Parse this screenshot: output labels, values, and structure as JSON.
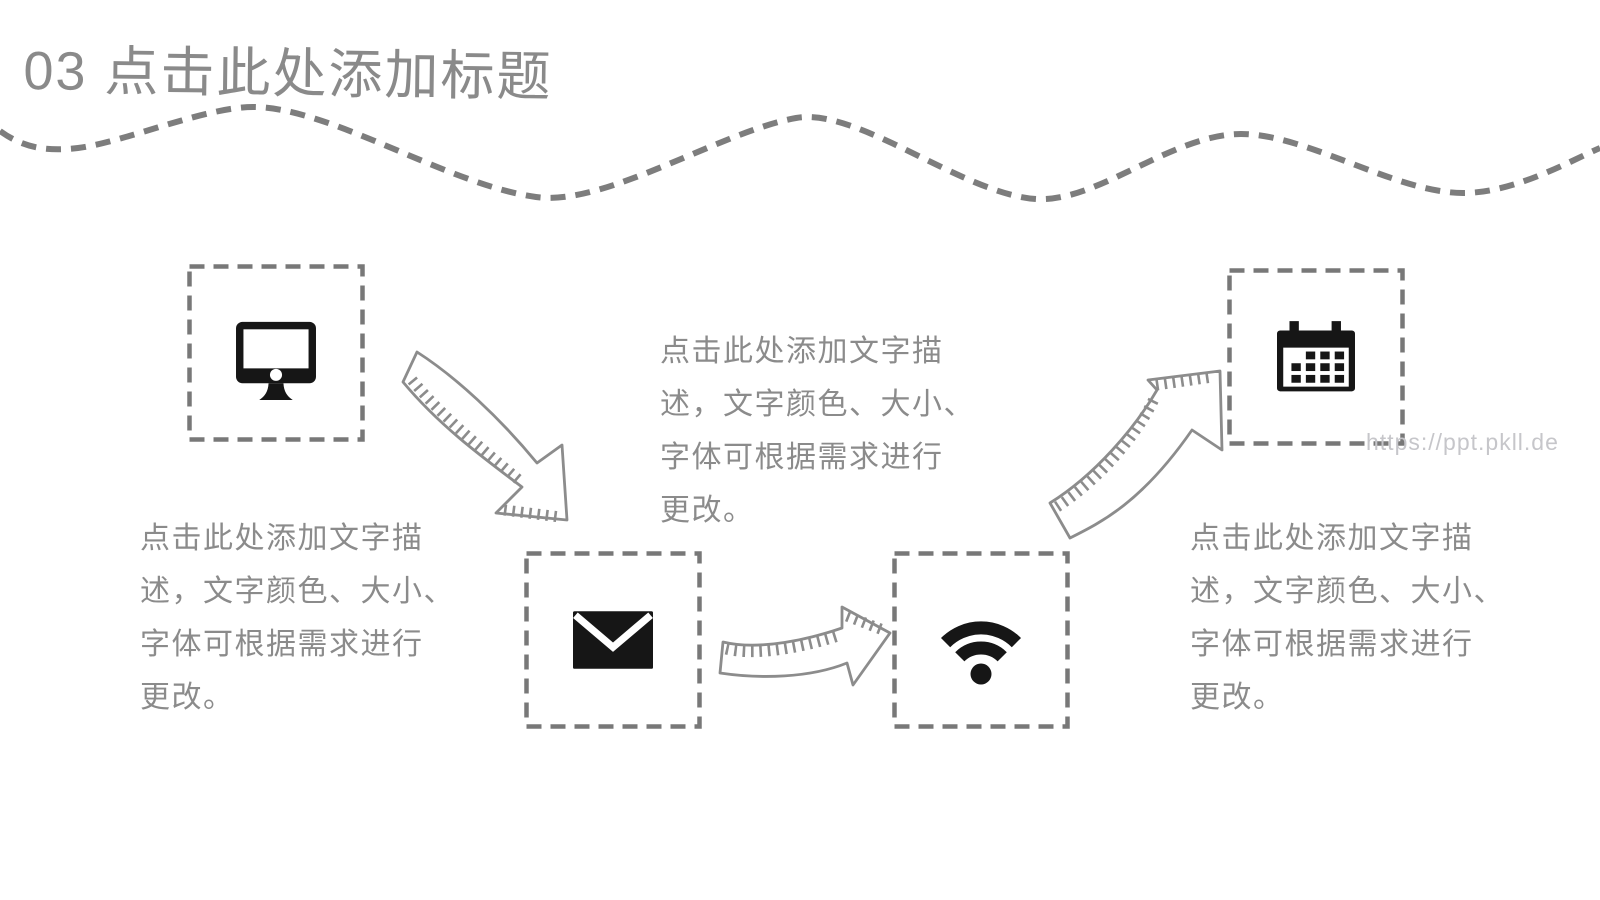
{
  "slide": {
    "title": "03 点击此处添加标题",
    "watermark": "https://ppt.pkll.de",
    "description_text": "点击此处添加文字描述，文字颜色、大小、字体可根据需求进行更改。"
  },
  "descriptions": {
    "left": {
      "lines": [
        "点击此处添加文字描",
        "述，文字颜色、大小、",
        "字体可根据需求进行",
        "更改。"
      ]
    },
    "middle": {
      "lines": [
        "点击此处添加文字描",
        "述，文字颜色、大小、",
        "字体可根据需求进行",
        "更改。"
      ]
    },
    "right": {
      "lines": [
        "点击此处添加文字描",
        "述，文字颜色、大小、",
        "字体可根据需求进行",
        "更改。"
      ]
    }
  },
  "steps": [
    {
      "id": "monitor",
      "icon": "monitor-icon"
    },
    {
      "id": "mail",
      "icon": "mail-icon"
    },
    {
      "id": "wifi",
      "icon": "wifi-icon"
    },
    {
      "id": "calendar",
      "icon": "calendar-icon"
    }
  ],
  "colors": {
    "title_gray": "#8a8a8a",
    "body_text_gray": "#8b8b8b",
    "dash_line_gray": "#7d7d7d",
    "box_dash_gray": "#787878",
    "arrow_gray": "#8c8c8c",
    "icon_black": "#161616",
    "watermark_gray": "#c6c6ca"
  }
}
